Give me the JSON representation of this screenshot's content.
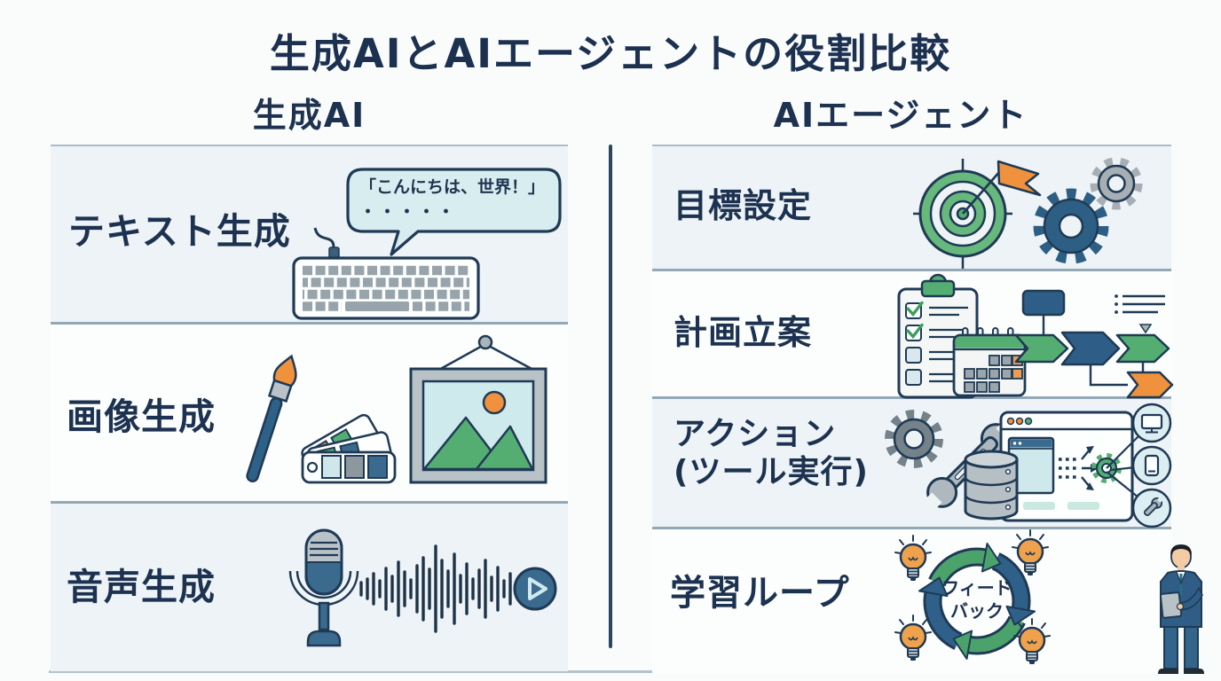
{
  "title": "生成AIとAIエージェントの役割比較",
  "left": {
    "header": "生成AI",
    "rows": [
      {
        "label": "テキスト生成",
        "bubble": {
          "line1": "「こんにちは、世界！」",
          "line2": "・・・・・"
        },
        "icons": [
          "keyboard-icon",
          "speech-bubble"
        ]
      },
      {
        "label": "画像生成",
        "icons": [
          "paintbrush-icon",
          "color-swatches-icon",
          "picture-frame-icon"
        ]
      },
      {
        "label": "音声生成",
        "icons": [
          "microphone-icon",
          "waveform-icon",
          "play-button-icon"
        ]
      }
    ]
  },
  "right": {
    "header": "AIエージェント",
    "rows": [
      {
        "label": "目標設定",
        "icons": [
          "target-flag-icon",
          "gears-icon"
        ]
      },
      {
        "label": "計画立案",
        "icons": [
          "clipboard-checklist-icon",
          "calendar-icon",
          "flowchart-icon"
        ]
      },
      {
        "line1": "アクション",
        "line2": "(ツール実行)",
        "icons": [
          "gear-icon",
          "wrench-icon",
          "database-icon",
          "browser-window-icon",
          "device-circles"
        ]
      },
      {
        "label": "学習ループ",
        "loop": {
          "line1": "フィード",
          "line2": "バック"
        },
        "icons": [
          "lightbulb-icon",
          "feedback-loop-icon",
          "person-with-tablet-icon"
        ]
      }
    ]
  },
  "colors": {
    "navy": "#1f3a55",
    "text_navy": "#1d3250",
    "green": "#54ae72",
    "check_green": "#3f9d5f",
    "orange": "#ef913d",
    "steel_blue": "#2e5e88",
    "mid_blue": "#3a6b8f",
    "gray": "#aab4ba",
    "light_cyan": "#d8edf0",
    "row_tint": "#edf3f6",
    "page_bg": "#fafbfb",
    "divider": "#2b4660"
  }
}
